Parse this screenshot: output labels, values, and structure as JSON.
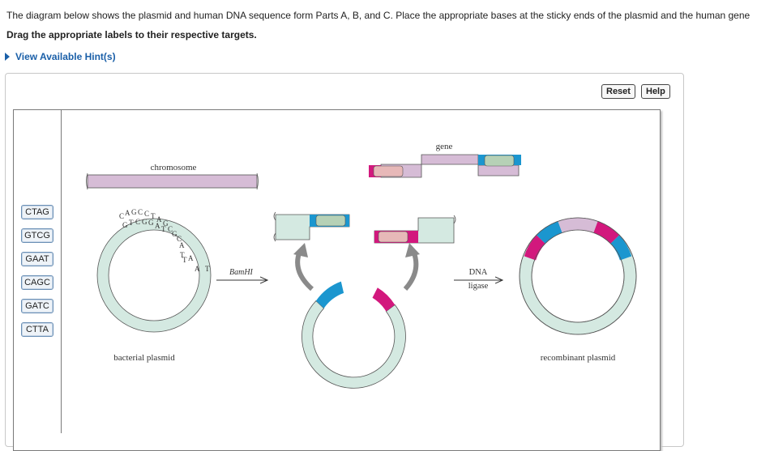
{
  "instructions": {
    "line1": "The diagram below shows the plasmid and human DNA sequence form Parts A, B, and C. Place the appropriate bases at the sticky ends of the plasmid and the human gene",
    "line2": "Drag the appropriate labels to their respective targets.",
    "hint_link": "View Available Hint(s)"
  },
  "toolbar": {
    "reset_label": "Reset",
    "help_label": "Help"
  },
  "labels": [
    "CTAG",
    "GTCG",
    "GAAT",
    "CAGC",
    "GATC",
    "CTTA"
  ],
  "diagram": {
    "chromosome": "chromosome",
    "gene": "gene",
    "bacterial_plasmid": "bacterial plasmid",
    "recombinant_plasmid": "recombinant plasmid",
    "enzyme": "BamHI",
    "ligase_line1": "DNA",
    "ligase_line2": "ligase",
    "seq_top": "CAGCCT",
    "seq_bottom": "GTCGGAT"
  },
  "colors": {
    "plasmid_fill": "#d4e9e1",
    "chromosome_fill": "#d6bcd6",
    "blue_end": "#1b96cf",
    "magenta_end": "#d2187d",
    "pink_box": "#e7b8b8",
    "green_box": "#b6d1b6"
  }
}
